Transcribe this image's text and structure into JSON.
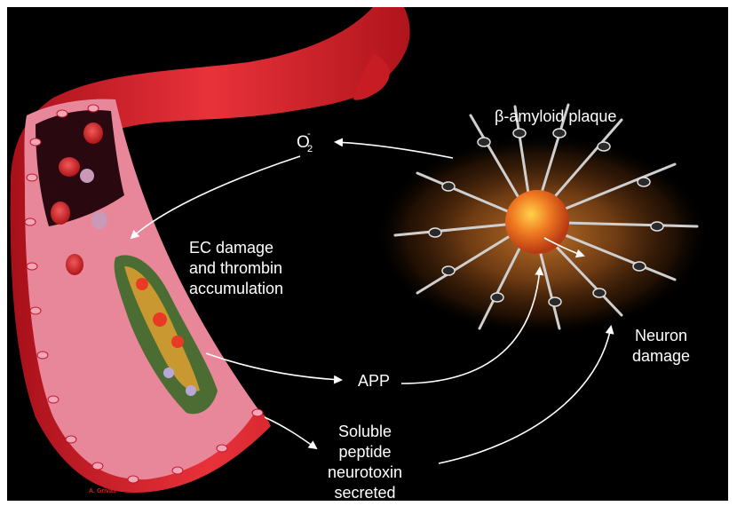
{
  "labels": {
    "plaque": "β-amyloid plaque",
    "o2_main": "O",
    "o2_sub": "2",
    "o2_sup": "-",
    "ec_line1": "EC damage",
    "ec_line2": "and thrombin",
    "ec_line3": "accumulation",
    "app": "APP",
    "neuron_line1": "Neuron",
    "neuron_line2": "damage",
    "soluble_line1": "Soluble",
    "soluble_line2": "peptide",
    "soluble_line3": "neurotoxin",
    "soluble_line4": "secreted",
    "credit": "A. Grivas"
  },
  "colors": {
    "background": "#000000",
    "vessel_red": "#d8232a",
    "vessel_inner": "#e87a8c",
    "plaque_core": "#e0702a",
    "halo": "#a0561e",
    "arrow": "#ffffff"
  }
}
